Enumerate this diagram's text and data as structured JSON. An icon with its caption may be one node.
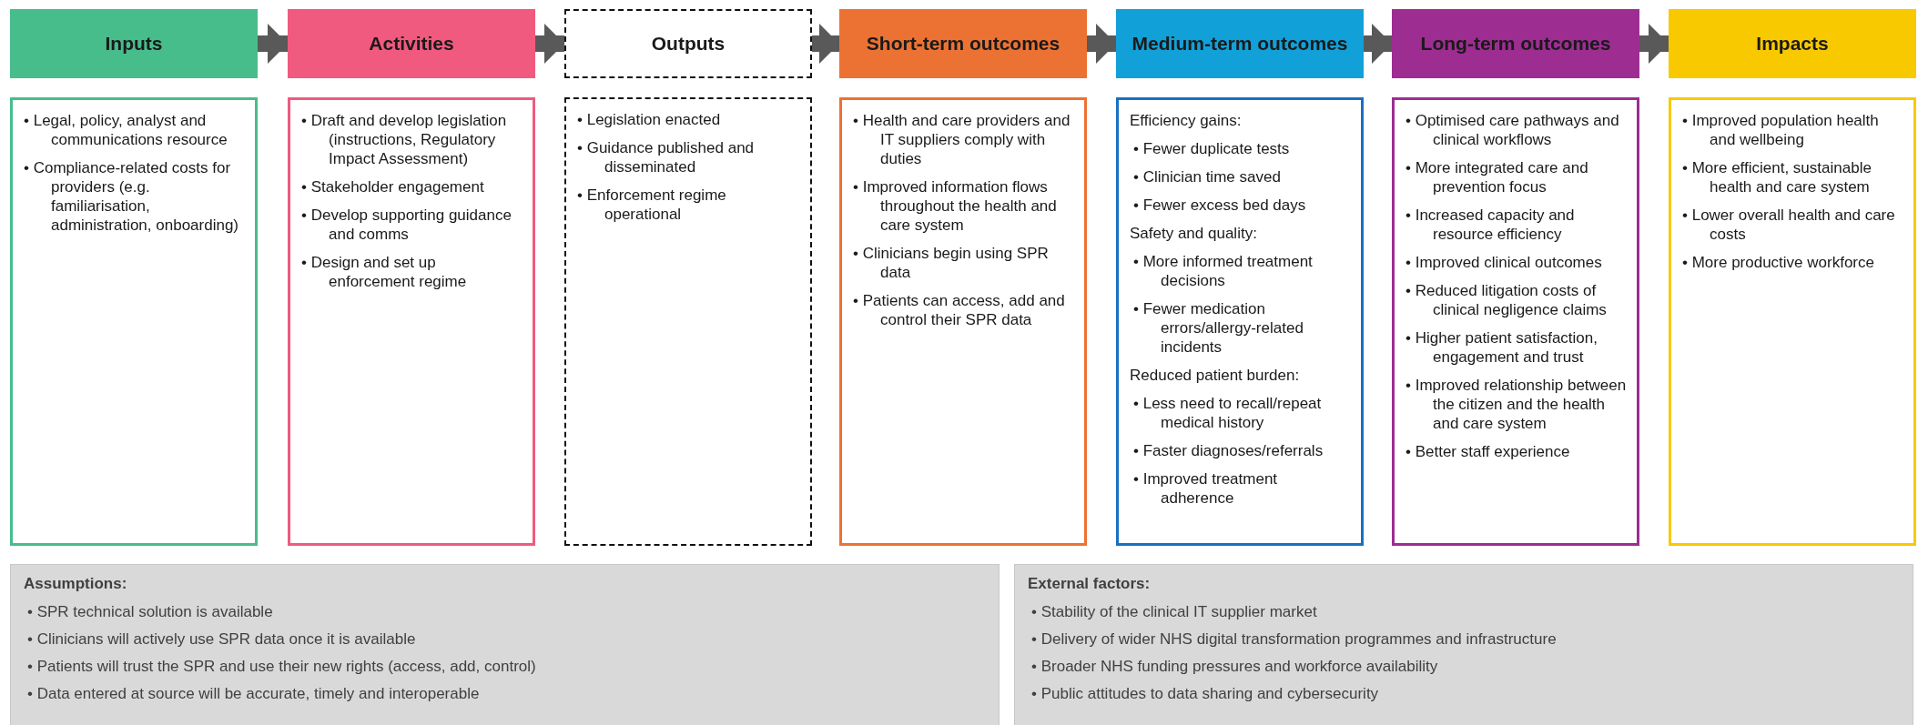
{
  "diagram": {
    "nodes": [
      {
        "text": [
          "Inputs"
        ]
      },
      {
        "text": [
          "Activities"
        ]
      },
      {
        "text": [
          "Outputs"
        ]
      },
      {
        "text": [
          "Short-term outcomes"
        ]
      },
      {
        "text": [
          "Medium-term outcomes"
        ]
      },
      {
        "text": [
          "Long-term outcomes"
        ]
      },
      {
        "text": [
          "Impacts"
        ]
      },
      {
        "text": [
          "• Legal, policy, analyst and communications resource",
          "• Compliance-related costs for providers (e.g. familiarisation, administration, onboarding)"
        ]
      },
      {
        "text": [
          "• Draft and develop legislation (instructions, Regulatory Impact Assessment)",
          "• Stakeholder engagement",
          "• Develop supporting guidance and comms",
          "• Design and set up enforcement regime"
        ]
      },
      {
        "text": [
          "• Legislation enacted",
          "• Guidance published and disseminated",
          "• Enforcement regime operational"
        ]
      },
      {
        "text": [
          "• Health and care providers and IT suppliers comply with duties",
          "• Improved information flows throughout the health and care system",
          "• Clinicians begin using SPR data",
          "• Patients can access, add and control their SPR data"
        ]
      },
      {
        "text": [
          "Efficiency gains:",
          "• Fewer duplicate tests",
          "• Clinician time saved",
          "• Fewer excess bed days",
          "Safety and quality:",
          "• More informed treatment decisions",
          "• Fewer medication errors/allergy-related incidents",
          "Reduced patient burden:",
          "• Less need to recall/repeat medical history",
          "• Faster diagnoses/referrals",
          "• Improved treatment adherence"
        ]
      },
      {
        "text": [
          "• Optimised care pathways and clinical workflows",
          "• More integrated care and prevention focus",
          "• Increased capacity and resource efficiency",
          "• Improved clinical outcomes",
          "• Reduced litigation costs of clinical negligence claims",
          "• Higher patient satisfaction, engagement and trust",
          "• Improved relationship between the citizen and the health and care system",
          "• Better staff experience"
        ]
      },
      {
        "text": [
          "• Improved population health and wellbeing",
          "• More efficient, sustainable health and care system",
          "• Lower overall health and care costs",
          "• More productive workforce"
        ]
      },
      {
        "text": [
          "Assumptions:",
          "• SPR technical solution is available",
          "• Clinicians will actively use SPR data once it is available",
          "• Patients will trust the SPR and use their new rights (access, add, control)",
          "• Data entered at source will be accurate, timely and interoperable"
        ]
      },
      {
        "text": [
          "External factors:",
          "• Stability of the clinical IT supplier market",
          "• Delivery of wider NHS digital transformation programmes and infrastructure",
          "• Broader NHS funding pressures and workforce availability",
          "• Public attitudes to data sharing and cybersecurity"
        ]
      }
    ],
    "edges": [
      {
        "from": 0,
        "to": 1,
        "arrow": "to"
      },
      {
        "from": 1,
        "to": 2,
        "arrow": "to"
      },
      {
        "from": 2,
        "to": 3,
        "arrow": "to"
      },
      {
        "from": 3,
        "to": 4,
        "arrow": "to"
      },
      {
        "from": 4,
        "to": 5,
        "arrow": "to"
      },
      {
        "from": 5,
        "to": 6,
        "arrow": "to"
      }
    ]
  }
}
